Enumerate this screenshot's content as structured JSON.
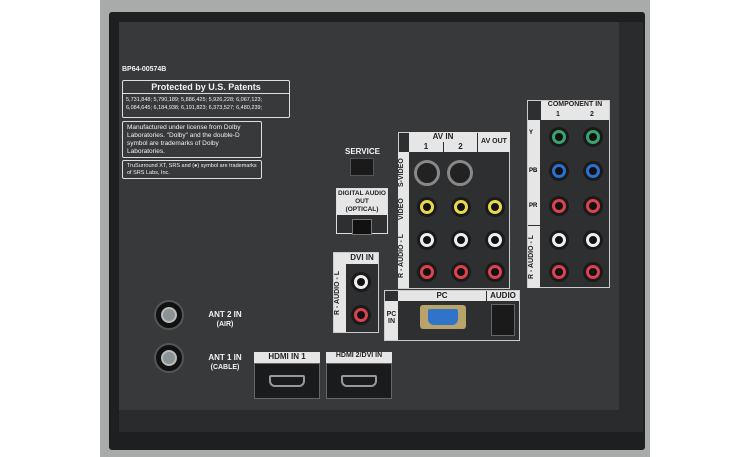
{
  "part_number": "BP64-00574B",
  "patents": {
    "title": "Protected by U.S. Patents",
    "numbers": "5,731,848; 5,790,189; 5,886,425; 5,926,228; 6,067,123; 6,084,645; 6,184,938; 6,191,823; 6,373,527; 6,480,239;"
  },
  "dolby_notice": "Manufactured under license from Dolby Laboratories. \"Dolby\" and the double-D symbol are trademarks of Dolby Laboratories.",
  "srs_notice": "TruSurround XT, SRS and (●) symbol are trademarks of SRS Labs, Inc.",
  "ports": {
    "service": "SERVICE",
    "digital_audio": "DIGITAL AUDIO OUT (OPTICAL)",
    "av_in": "AV IN",
    "av_in_1": "1",
    "av_in_2": "2",
    "av_out": "AV OUT",
    "s_video": "S-VIDEO",
    "video": "VIDEO",
    "audio_rl": "R - AUDIO - L",
    "dvi_in": "DVI IN",
    "component_in": "COMPONENT IN",
    "comp_1": "1",
    "comp_2": "2",
    "y": "Y",
    "pb": "PB",
    "pr": "PR",
    "pc": "PC",
    "pc_in": "PC IN",
    "audio": "AUDIO",
    "ant2": "ANT 2 IN",
    "ant2_sub": "(AIR)",
    "ant1": "ANT 1 IN",
    "ant1_sub": "(CABLE)",
    "hdmi1": "HDMI IN 1",
    "hdmi2": "HDMI 2/DVI IN"
  }
}
